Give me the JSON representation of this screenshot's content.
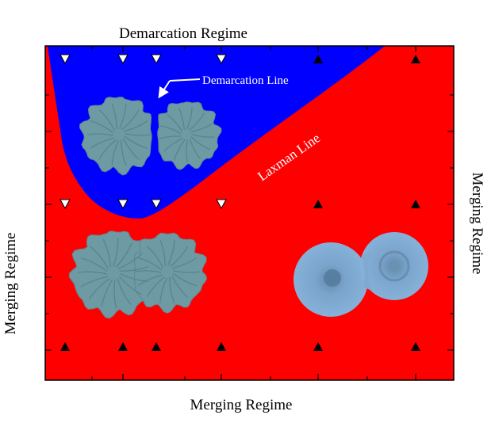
{
  "labels": {
    "top": "Demarcation Regime",
    "bottom": "Merging Regime",
    "left": "Merging Regime",
    "right": "Merging Regime",
    "demarcation_line": "Demarcation Line",
    "laxman_line": "Laxman Line"
  },
  "colors": {
    "merging_region": "#ff0000",
    "demarcation_region": "#0000ff",
    "colony": "#6e9aa3",
    "merged_disk": "#7fa9cf"
  },
  "markers": [
    {
      "shape": "open-down-triangle",
      "region": "demarcation",
      "row": 1,
      "col": 1
    },
    {
      "shape": "open-down-triangle",
      "region": "demarcation",
      "row": 1,
      "col": 2
    },
    {
      "shape": "open-down-triangle",
      "region": "demarcation",
      "row": 1,
      "col": 3
    },
    {
      "shape": "open-down-triangle",
      "region": "demarcation",
      "row": 1,
      "col": 4
    },
    {
      "shape": "filled-up-triangle",
      "region": "merging",
      "row": 1,
      "col": 5
    },
    {
      "shape": "filled-up-triangle",
      "region": "merging",
      "row": 1,
      "col": 6
    },
    {
      "shape": "open-down-triangle",
      "region": "demarcation",
      "row": 2,
      "col": 1
    },
    {
      "shape": "open-down-triangle",
      "region": "demarcation",
      "row": 2,
      "col": 2
    },
    {
      "shape": "open-down-triangle",
      "region": "demarcation",
      "row": 2,
      "col": 3
    },
    {
      "shape": "open-down-triangle",
      "region": "demarcation",
      "row": 2,
      "col": 4
    },
    {
      "shape": "filled-up-triangle",
      "region": "merging",
      "row": 2,
      "col": 5
    },
    {
      "shape": "filled-up-triangle",
      "region": "merging",
      "row": 2,
      "col": 6
    },
    {
      "shape": "filled-up-triangle",
      "region": "merging",
      "row": 3,
      "col": 1
    },
    {
      "shape": "filled-up-triangle",
      "region": "merging",
      "row": 3,
      "col": 2
    },
    {
      "shape": "filled-up-triangle",
      "region": "merging",
      "row": 3,
      "col": 3
    },
    {
      "shape": "filled-up-triangle",
      "region": "merging",
      "row": 3,
      "col": 4
    },
    {
      "shape": "filled-up-triangle",
      "region": "merging",
      "row": 3,
      "col": 5
    },
    {
      "shape": "filled-up-triangle",
      "region": "merging",
      "row": 3,
      "col": 6
    }
  ]
}
